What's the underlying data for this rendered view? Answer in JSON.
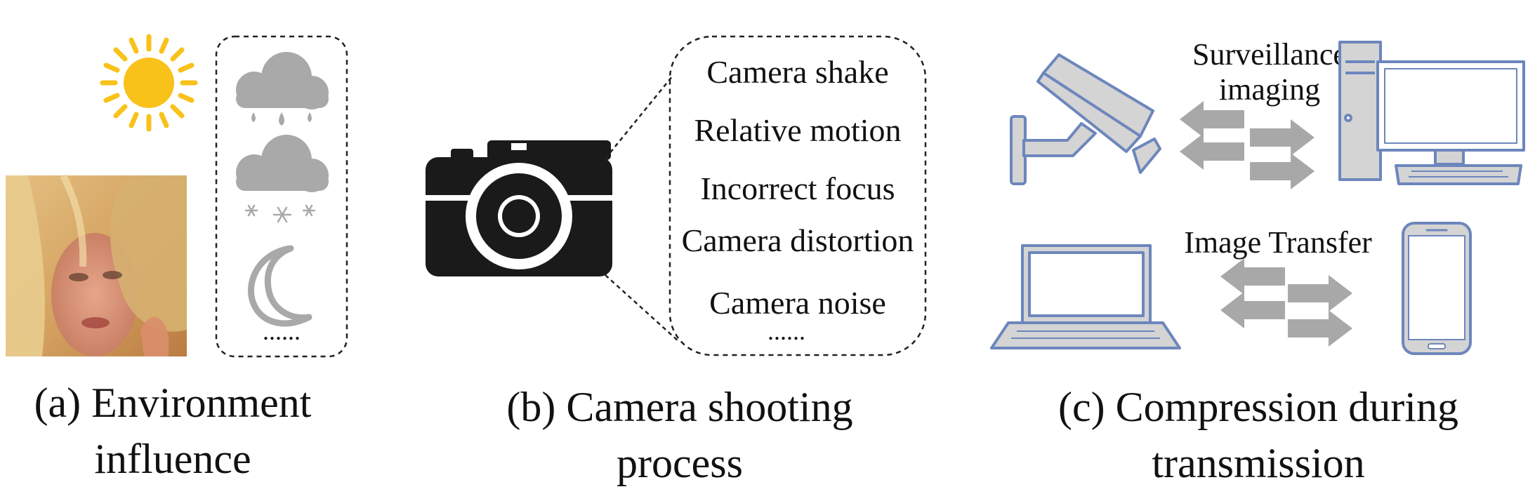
{
  "panels": {
    "environment": {
      "caption_line1": "(a) Environment",
      "caption_line2": "influence",
      "ellipsis": "......",
      "icons": [
        "sun-icon",
        "rain-cloud-icon",
        "snow-cloud-icon",
        "moon-icon"
      ]
    },
    "camera": {
      "caption_line1": "(b) Camera shooting",
      "caption_line2": "process",
      "items": [
        "Camera shake",
        "Relative motion",
        "Incorrect focus",
        "Camera distortion",
        "Camera noise"
      ],
      "ellipsis": "......"
    },
    "compression": {
      "caption_line1": "(c) Compression during",
      "caption_line2": "transmission",
      "surveillance_line1": "Surveillance",
      "surveillance_line2": "imaging",
      "transfer_label": "Image Transfer"
    }
  },
  "colors": {
    "sun": "#F9C21A",
    "weather_gray": "#A9A9A9",
    "device_outline": "#6D86BC",
    "device_fill": "#D4D4D4",
    "arrow_gray": "#A8A8A8",
    "camera_black": "#1A1A1A"
  }
}
